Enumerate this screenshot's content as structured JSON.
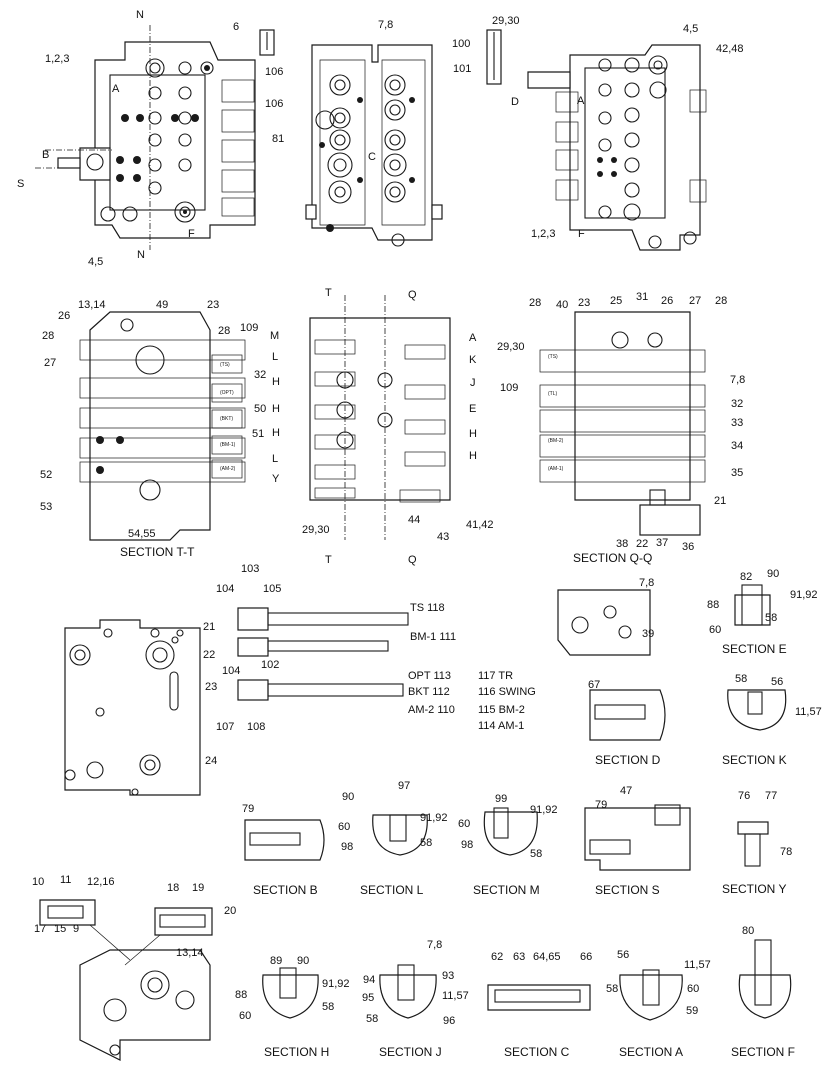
{
  "labels": {
    "l_n_top": "N",
    "l_6": "6",
    "l_106a": "106",
    "l_123a": "1,2,3",
    "l_a1": "A",
    "l_b": "B",
    "l_s": "S",
    "l_45a": "4,5",
    "l_f1": "F",
    "l_n_bot": "N",
    "l_78a": "7,8",
    "l_106b": "106",
    "l_81": "81",
    "l_c": "C",
    "l_2930a": "29,30",
    "l_100": "100",
    "l_101": "101",
    "l_d": "D",
    "l_45b": "4,5",
    "l_4248": "42,48",
    "l_a2": "A",
    "l_123b": "1,2,3",
    "l_f2": "F",
    "l_1314a": "13,14",
    "l_49": "49",
    "l_23a": "23",
    "l_26a": "26",
    "l_28a": "28",
    "l_28b": "28",
    "l_109a": "109",
    "l_27a": "27",
    "l_32a": "32",
    "l_50": "50",
    "l_51": "51",
    "l_52": "52",
    "l_53": "53",
    "l_5455": "54,55",
    "l_t1": "T",
    "l_q1": "Q",
    "l_m": "M",
    "l_l1": "L",
    "l_h1": "H",
    "l_h2": "H",
    "l_h3": "H",
    "l_l2": "L",
    "l_y": "Y",
    "l_ka": "A",
    "l_k": "K",
    "l_j": "J",
    "l_e": "E",
    "l_h4": "H",
    "l_h5": "H",
    "l_2930b": "29,30",
    "l_44": "44",
    "l_43": "43",
    "l_4142": "41,42",
    "l_t2": "T",
    "l_q2": "Q",
    "l_28c": "28",
    "l_40": "40",
    "l_23b": "23",
    "l_25": "25",
    "l_31": "31",
    "l_26b": "26",
    "l_27b": "27",
    "l_28d": "28",
    "l_2930c": "29,30",
    "l_78b": "7,8",
    "l_109b": "109",
    "l_32b": "32",
    "l_33": "33",
    "l_34": "34",
    "l_35": "35",
    "l_21a": "21",
    "l_38": "38",
    "l_22a": "22",
    "l_37": "37",
    "l_36": "36",
    "l_103": "103",
    "l_104a": "104",
    "l_105": "105",
    "l_ts": "TS  118",
    "l_bm1": "BM-1  111",
    "l_104b": "104",
    "l_102": "102",
    "l_107": "107",
    "l_108": "108",
    "l_opt": "OPT  113",
    "l_bkt": "BKT  112",
    "l_am2": "AM-2  110",
    "l_tr": "117  TR",
    "l_swing": "116  SWING",
    "l_bm2": "115  BM-2",
    "l_am1": "114  AM-1",
    "l_21b": "21",
    "l_22b": "22",
    "l_23c": "23",
    "l_24": "24",
    "l_78c": "7,8",
    "l_39": "39",
    "l_82": "82",
    "l_90a": "90",
    "l_9192a": "91,92",
    "l_88a": "88",
    "l_58a": "58",
    "l_60a": "60",
    "l_67": "67",
    "l_58b": "58",
    "l_56a": "56",
    "l_1157a": "11,57",
    "l_79a": "79",
    "l_90b": "90",
    "l_97": "97",
    "l_60b": "60",
    "l_9192b": "91,92",
    "l_98a": "98",
    "l_58c": "58",
    "l_99": "99",
    "l_9192c": "91,92",
    "l_60c": "60",
    "l_98b": "98",
    "l_58d": "58",
    "l_79b": "79",
    "l_47": "47",
    "l_76": "76",
    "l_77": "77",
    "l_78": "78",
    "l_10": "10",
    "l_11": "11",
    "l_1216": "12,16",
    "l_17": "17",
    "l_15": "15",
    "l_9": "9",
    "l_18": "18",
    "l_19": "19",
    "l_20": "20",
    "l_1314b": "13,14",
    "l_89": "89",
    "l_90c": "90",
    "l_88b": "88",
    "l_9192d": "91,92",
    "l_60d": "60",
    "l_58e": "58",
    "l_78d": "7,8",
    "l_94": "94",
    "l_93": "93",
    "l_95": "95",
    "l_1157b": "11,57",
    "l_58f": "58",
    "l_96": "96",
    "l_62": "62",
    "l_63": "63",
    "l_6465": "64,65",
    "l_66": "66",
    "l_56b": "56",
    "l_1157c": "11,57",
    "l_58g": "58",
    "l_60e": "60",
    "l_59": "59",
    "l_80": "80"
  },
  "sections": {
    "tt": "SECTION T-T",
    "qq": "SECTION Q-Q",
    "e": "SECTION E",
    "d": "SECTION D",
    "k": "SECTION K",
    "b": "SECTION B",
    "l": "SECTION L",
    "m": "SECTION M",
    "s": "SECTION S",
    "y": "SECTION Y",
    "h": "SECTION H",
    "j": "SECTION J",
    "c": "SECTION C",
    "a": "SECTION A",
    "f": "SECTION F"
  },
  "plugs": [
    "(TS)",
    "(OPT)",
    "(BKT)",
    "(BM-1)",
    "(AM-2)",
    "(TS)",
    "(TL)",
    "(BM-2)",
    "(AM-1)"
  ]
}
